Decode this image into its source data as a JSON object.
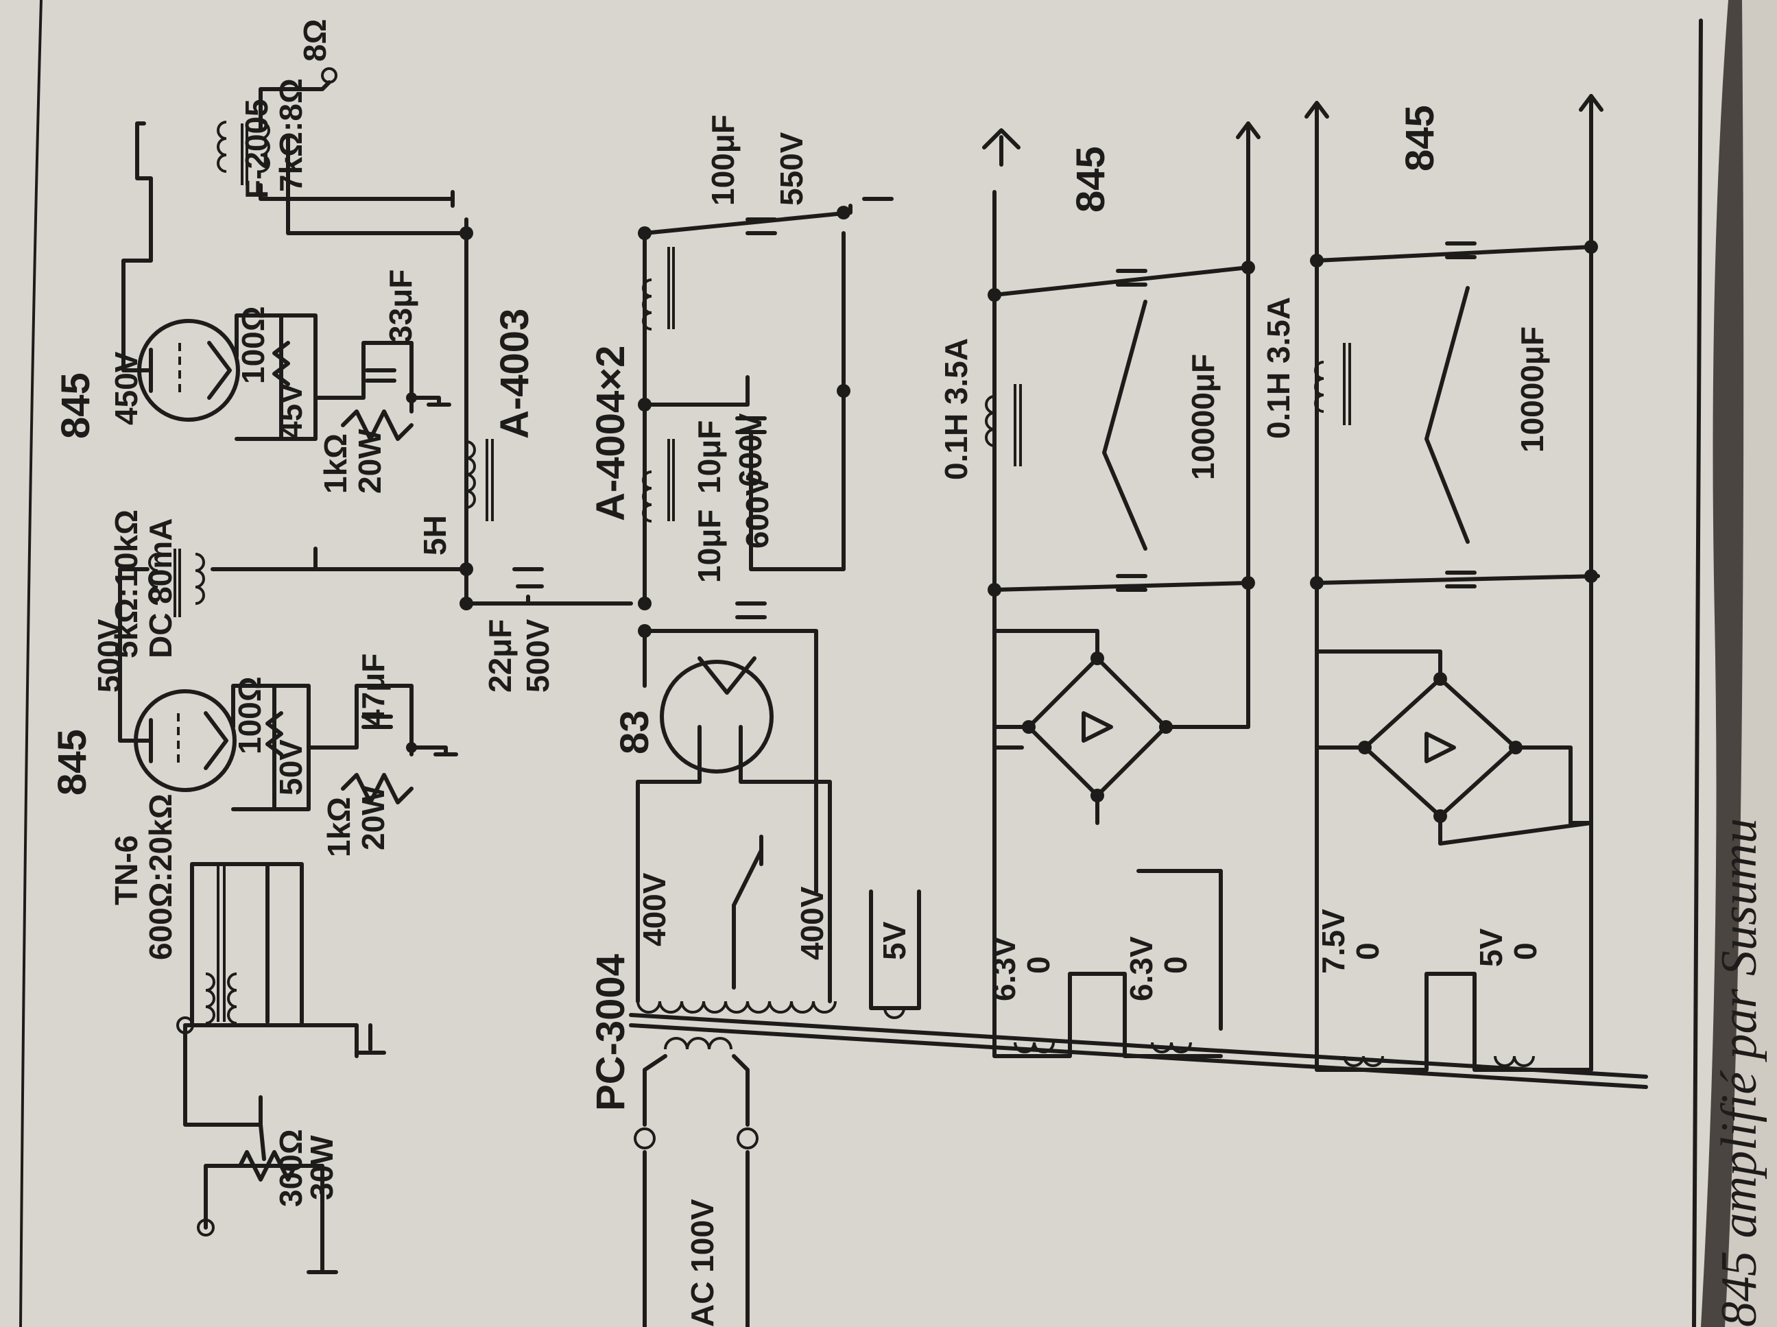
{
  "colors": {
    "paper": "#d9d6cf",
    "ink": "#1e1c1a",
    "background": "#4a4540"
  },
  "tubes": {
    "v1_type": "845",
    "v1_plate": "500V",
    "v2_type": "845",
    "v2_plate": "450V",
    "rect_type": "83"
  },
  "transformers": {
    "input": {
      "model": "TN-6",
      "ratio": "600Ω:20kΩ"
    },
    "interstage": {
      "ratio": "5kΩ:10kΩ",
      "current": "DC 80mA"
    },
    "output": {
      "model": "F-2005",
      "ratio": "7kΩ:8Ω",
      "tap": "8Ω"
    },
    "power": {
      "model": "PC-3004",
      "input": "AC 100V"
    }
  },
  "components": {
    "input_pot": {
      "value": "300Ω",
      "power": "30W"
    },
    "v1_hum_pot": "100Ω",
    "v1_bias_v": "50V",
    "v1_cathode_r": {
      "value": "1kΩ",
      "power": "20W"
    },
    "v1_cathode_c": "47μF",
    "v2_hum_pot": "100Ω",
    "v2_bias_v": "45V",
    "v2_cathode_r": {
      "value": "1kΩ",
      "power": "20W"
    },
    "v2_cathode_c": "33μF",
    "coupling_cap": {
      "value": "22μF",
      "voltage": "500V"
    },
    "choke_5h": "5H",
    "choke_a4003": "A-4003",
    "choke_a4004": "A-4004×2",
    "filter_c1": {
      "value": "10μF",
      "voltage": "600V"
    },
    "filter_c2": {
      "value": "10μF",
      "voltage": "600V"
    },
    "filter_c3": {
      "value": "100μF",
      "voltage": "550V"
    }
  },
  "windings": {
    "hv_a": "400V",
    "hv_b": "400V",
    "rect_fil": "5V",
    "f1_a": "6.3V",
    "f1_a_zero": "0",
    "f1_b": "6.3V",
    "f1_b_zero": "0",
    "f2_a": "7.5V",
    "f2_a_zero": "0",
    "f2_b": "5V",
    "f2_b_zero": "0"
  },
  "filament_supplies": {
    "supply_1": {
      "tube": "845",
      "choke": "0.1H 3.5A",
      "caps": "10000μF"
    },
    "supply_2": {
      "tube": "845",
      "choke": "0.1H 3.5A",
      "caps": "10000μF"
    }
  },
  "page_side_text": "845 amplifié par Susumu"
}
